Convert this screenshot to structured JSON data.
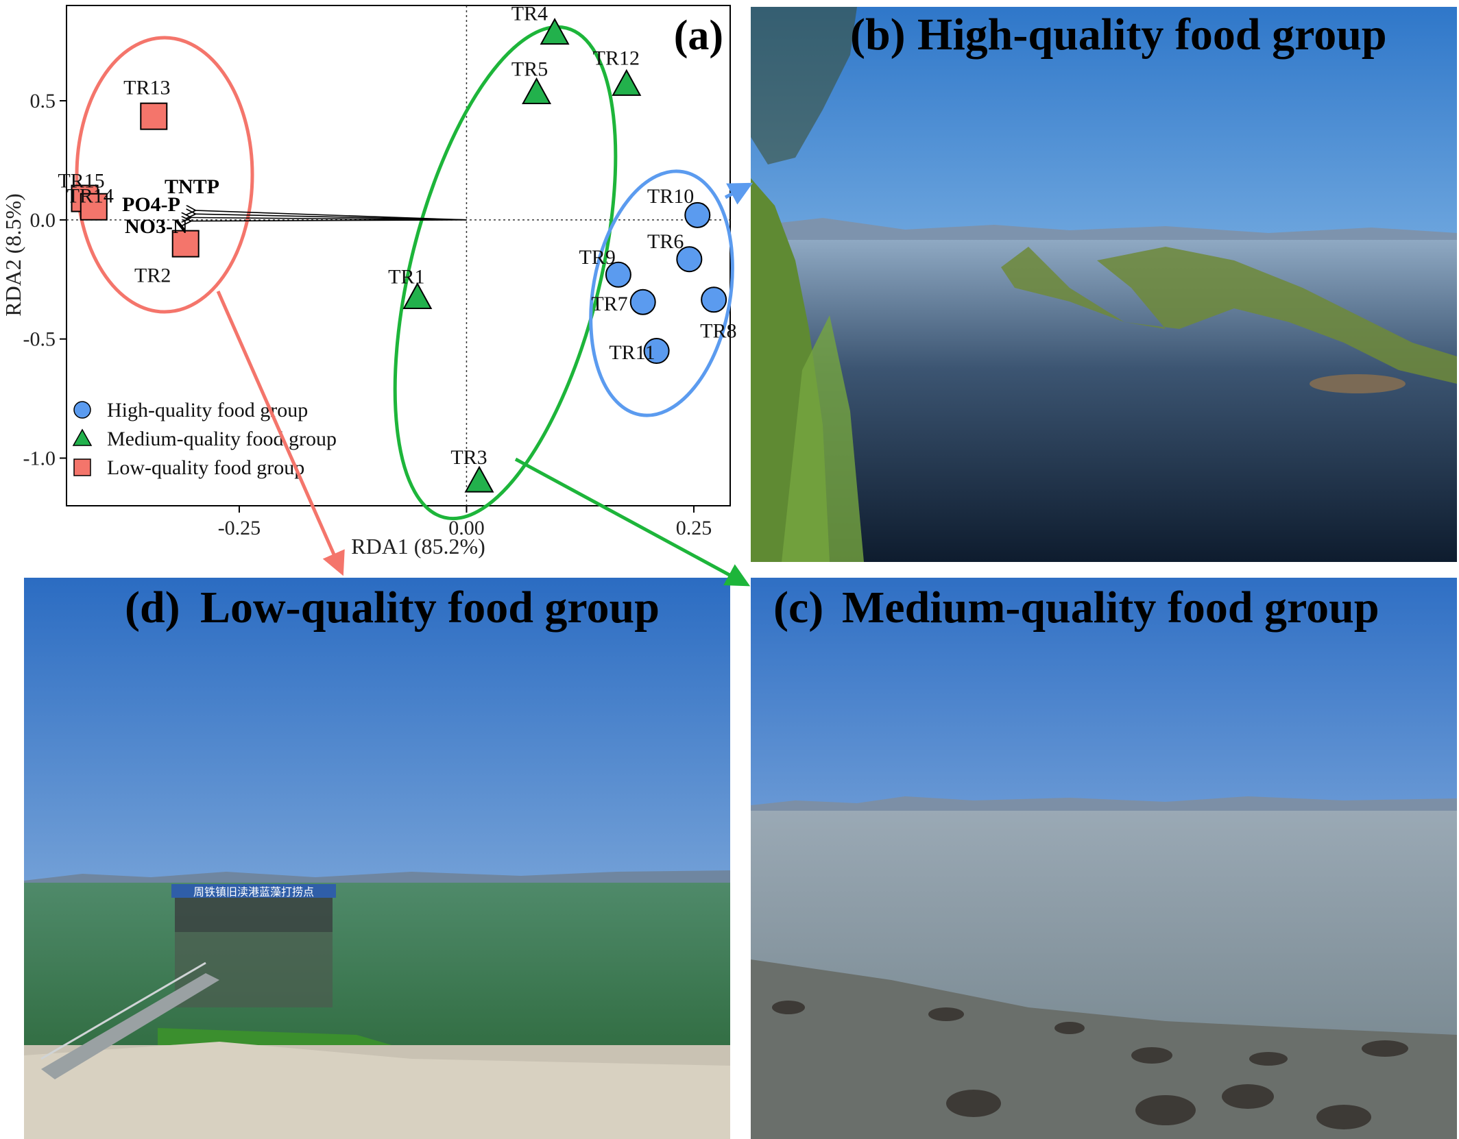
{
  "chart_data": {
    "type": "scatter",
    "title": "(a)",
    "xlabel": "RDA1 (85.2%)",
    "ylabel": "RDA2 (8.5%)",
    "xlim": [
      -0.44,
      0.29
    ],
    "ylim": [
      -1.2,
      0.9
    ],
    "xticks": [
      -0.25,
      0.0,
      0.25
    ],
    "xtick_labels": [
      "-0.25",
      "0.00",
      "0.25"
    ],
    "yticks": [
      0.5,
      0.0,
      -0.5,
      -1.0
    ],
    "ytick_labels": [
      "0.5",
      "0.0",
      "-0.5",
      "-1.0"
    ],
    "grid": false,
    "reference_lines": [
      "x=0 dotted",
      "y=0 dotted"
    ],
    "legend_position": "bottom-left",
    "series": [
      {
        "name": "High-quality food group",
        "marker": "circle",
        "color": "#5b9bef",
        "points": [
          {
            "label": "TR10",
            "x": 0.254,
            "y": 0.02
          },
          {
            "label": "TR6",
            "x": 0.245,
            "y": -0.165
          },
          {
            "label": "TR9",
            "x": 0.167,
            "y": -0.23
          },
          {
            "label": "TR7",
            "x": 0.194,
            "y": -0.345
          },
          {
            "label": "TR8",
            "x": 0.272,
            "y": -0.335
          },
          {
            "label": "TR11",
            "x": 0.209,
            "y": -0.55
          }
        ]
      },
      {
        "name": "Medium-quality food group",
        "marker": "triangle",
        "color": "#22b14c",
        "points": [
          {
            "label": "TR4",
            "x": 0.097,
            "y": 0.78
          },
          {
            "label": "TR5",
            "x": 0.077,
            "y": 0.53
          },
          {
            "label": "TR12",
            "x": 0.176,
            "y": 0.565
          },
          {
            "label": "TR1",
            "x": -0.054,
            "y": -0.33
          },
          {
            "label": "TR3",
            "x": 0.014,
            "y": -1.1
          }
        ]
      },
      {
        "name": "Low-quality food group",
        "marker": "square",
        "color": "#f4756b",
        "points": [
          {
            "label": "TR13",
            "x": -0.344,
            "y": 0.435
          },
          {
            "label": "TR15",
            "x": -0.42,
            "y": 0.09
          },
          {
            "label": "TR14",
            "x": -0.41,
            "y": 0.055
          },
          {
            "label": "TR2",
            "x": -0.309,
            "y": -0.1
          }
        ]
      }
    ],
    "environmental_vectors": [
      {
        "label": "TN",
        "x": -0.3,
        "y": 0.04
      },
      {
        "label": "TP",
        "x": -0.3,
        "y": 0.025
      },
      {
        "label": "PO4-P",
        "x": -0.305,
        "y": 0.01
      },
      {
        "label": "NO3-N",
        "x": -0.305,
        "y": -0.005
      }
    ],
    "annotations": {
      "env_label_1": "TNTP",
      "env_label_2": "PO4-P",
      "env_label_3": "NO3-N"
    }
  },
  "panels": {
    "b": {
      "label": "(b)",
      "title": "High-quality food group"
    },
    "c": {
      "label": "(c)",
      "title": "Medium-quality food group"
    },
    "d": {
      "label": "(d)",
      "title": "Low-quality food group"
    }
  },
  "photo_text": {
    "sign": "周铁镇旧渎港蓝藻打捞点"
  },
  "colors": {
    "high": "#5b9bef",
    "medium": "#22b14c",
    "low": "#f4756b",
    "ellipse_high": "#5b9bef",
    "ellipse_medium": "#1db53a",
    "ellipse_low": "#f4756b"
  }
}
